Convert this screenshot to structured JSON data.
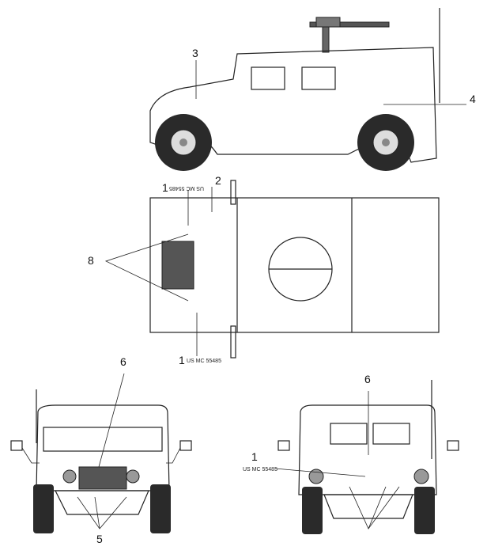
{
  "title": "HMMWV camouflage and markings plan",
  "colors": {
    "light": "#e2e2e2",
    "mid": "#a9a9a9",
    "dark": "#3a3a3a",
    "outline": "#222222"
  },
  "callouts": {
    "side_3": "3",
    "side_4": "4",
    "top_1a": "1",
    "top_1a_text": "US MC 55485",
    "top_2": "2",
    "top_8": "8",
    "top_1b": "1",
    "top_1b_text": "US MC 55485",
    "front_6": "6",
    "front_5": "5",
    "rear_6": "6",
    "rear_1": "1",
    "rear_1_text": "US MC 55485"
  },
  "views": [
    "side-view",
    "top-view",
    "front-view",
    "rear-view"
  ]
}
